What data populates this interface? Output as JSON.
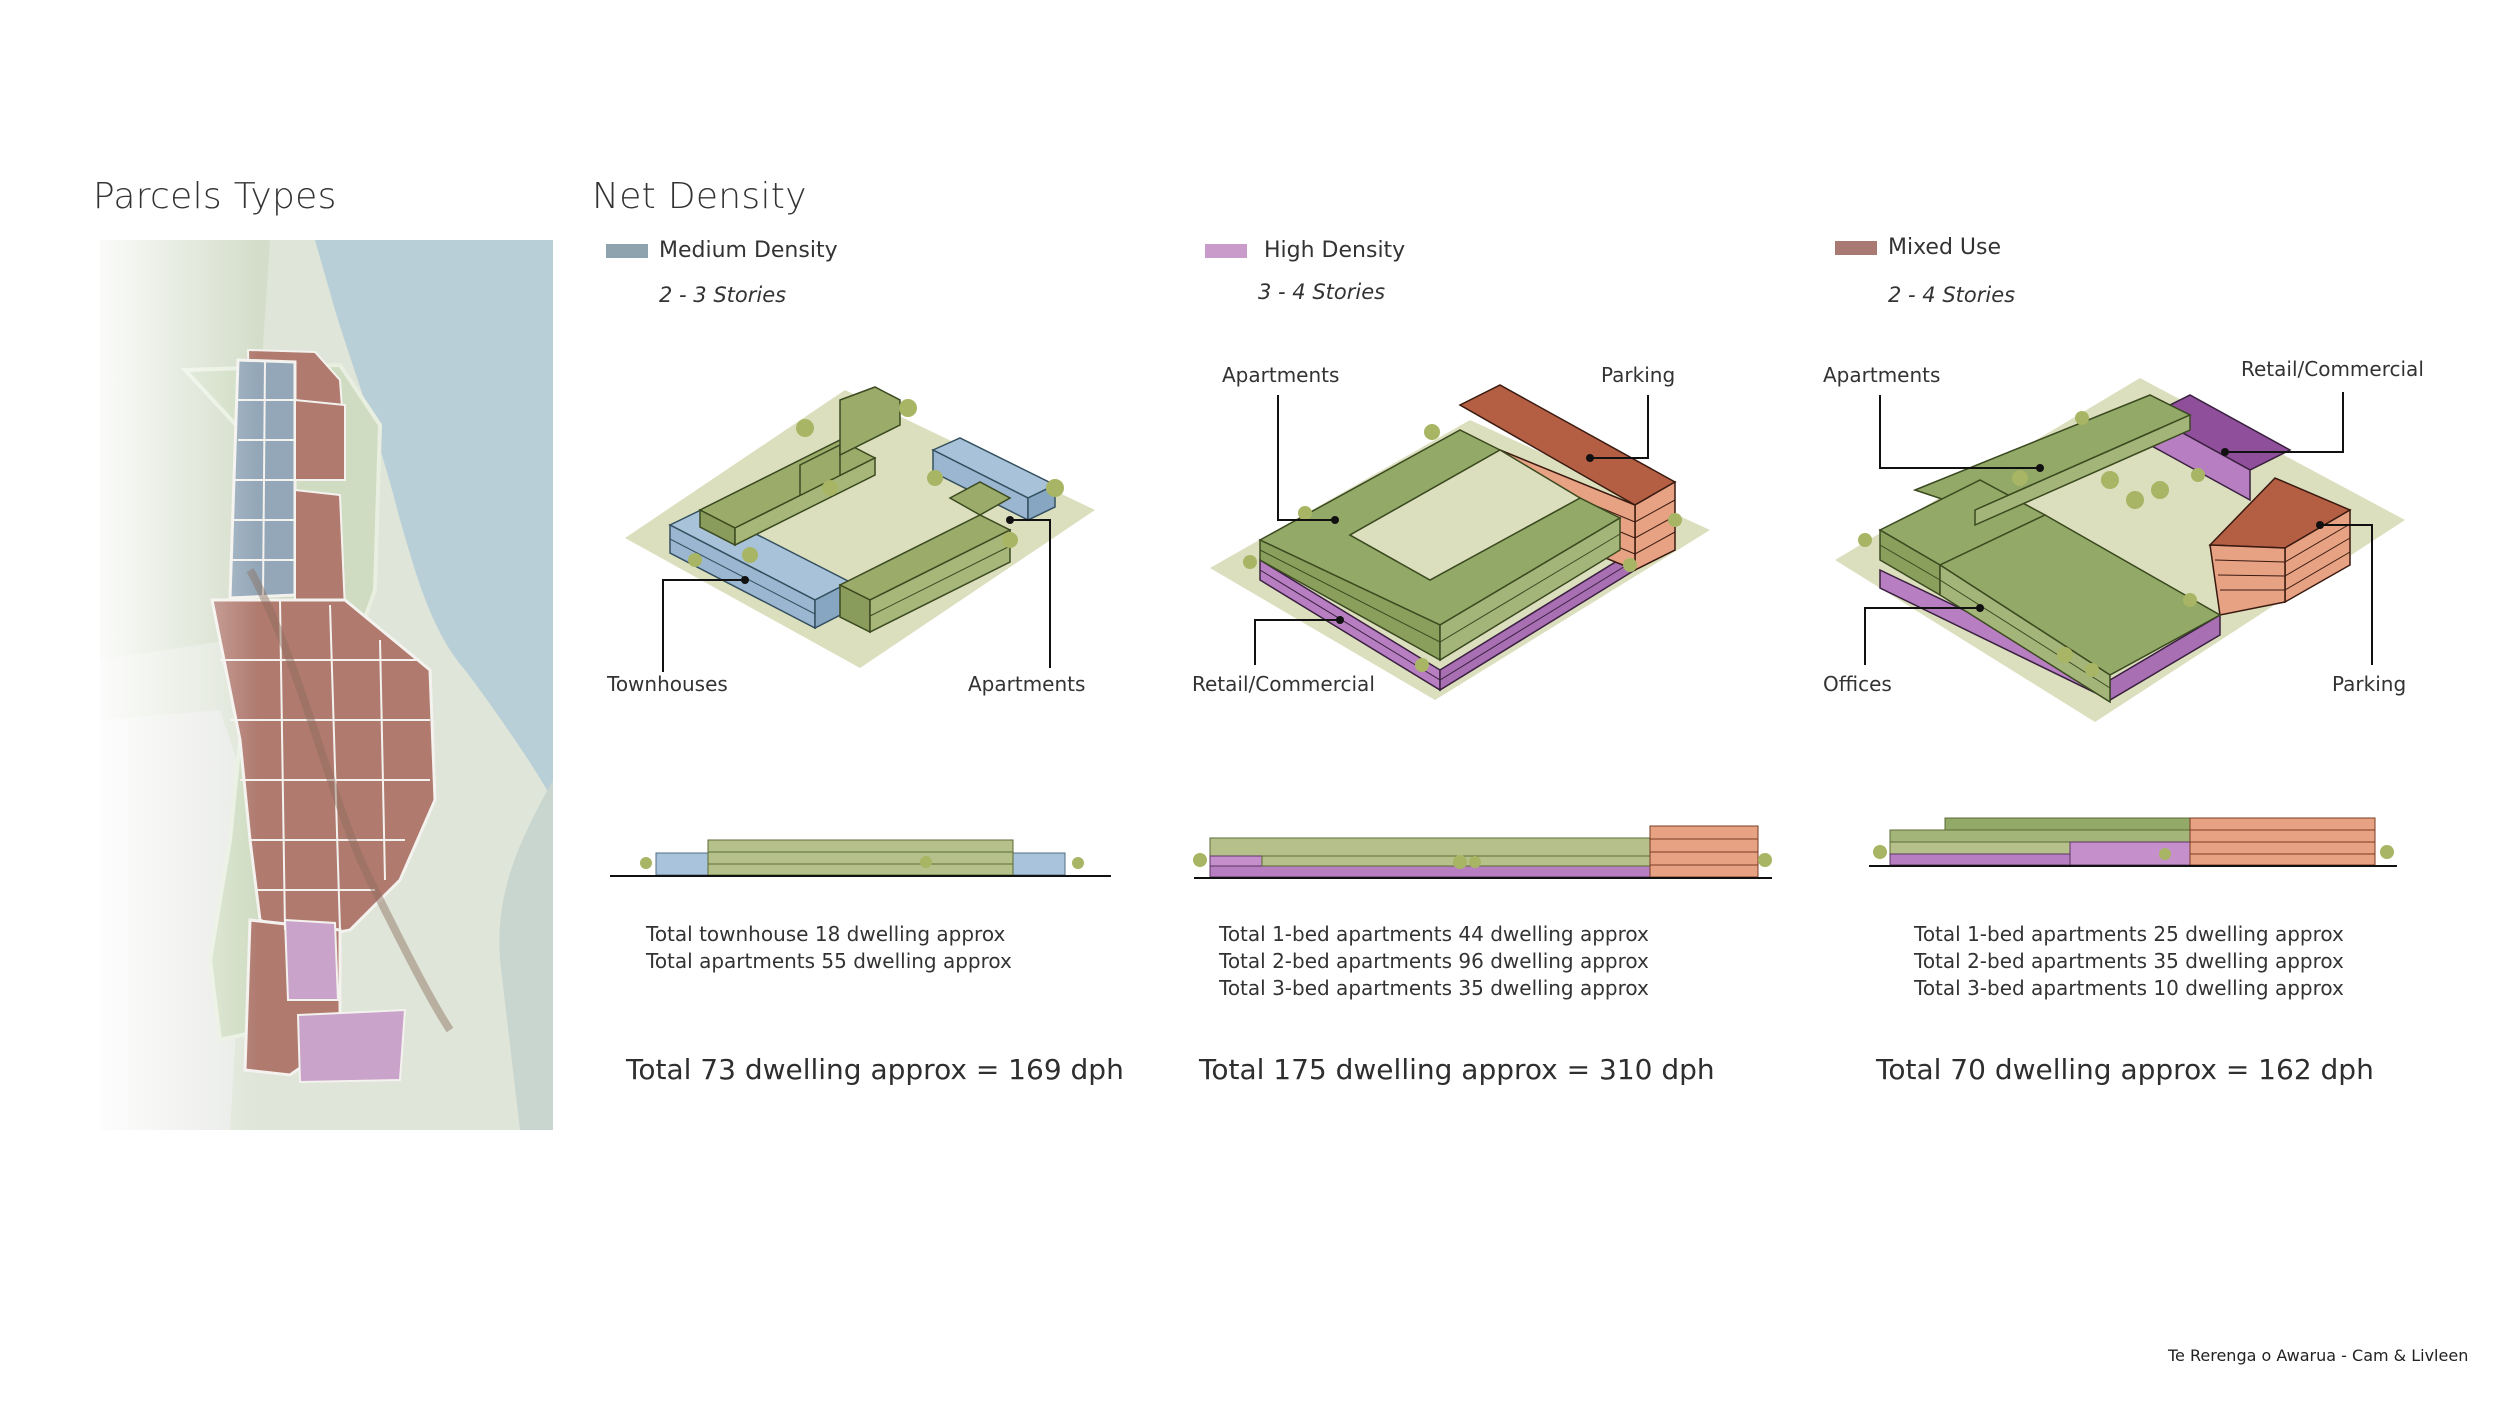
{
  "parcels": {
    "title": "Parcels Types"
  },
  "net_density": {
    "title": "Net Density"
  },
  "colors": {
    "medium": "#8ea3ad",
    "high": "#c89bcb",
    "mixed": "#a97a73",
    "green": "#9aab6e",
    "blue": "#9fbdd8",
    "purple": "#b77fc1",
    "orange": "#e6a283",
    "red": "#b45f43",
    "plot": "#dcdfbd"
  },
  "columns": [
    {
      "legend": "Medium Density",
      "stories": "2 - 3 Stories",
      "callouts": [
        "Townhouses",
        "Apartments"
      ],
      "stats": [
        "Total townhouse 18 dwelling approx",
        "Total apartments 55 dwelling approx"
      ],
      "total": "Total 73 dwelling approx = 169 dph"
    },
    {
      "legend": "High Density",
      "stories": "3 - 4 Stories",
      "callouts": [
        "Apartments",
        "Parking",
        "Retail/Commercial"
      ],
      "stats": [
        "Total 1-bed apartments 44 dwelling approx",
        "Total 2-bed apartments 96 dwelling approx",
        "Total 3-bed apartments 35 dwelling approx"
      ],
      "total": "Total 175 dwelling approx = 310 dph"
    },
    {
      "legend": "Mixed Use",
      "stories": "2 - 4 Stories",
      "callouts": [
        "Apartments",
        "Retail/Commercial",
        "Offices",
        "Parking"
      ],
      "stats": [
        "Total 1-bed apartments 25 dwelling approx",
        "Total 2-bed apartments 35 dwelling approx",
        "Total 3-bed apartments 10 dwelling approx"
      ],
      "total": "Total 70 dwelling approx = 162 dph"
    }
  ],
  "credit": "Te Rerenga o Awarua - Cam & Livleen"
}
